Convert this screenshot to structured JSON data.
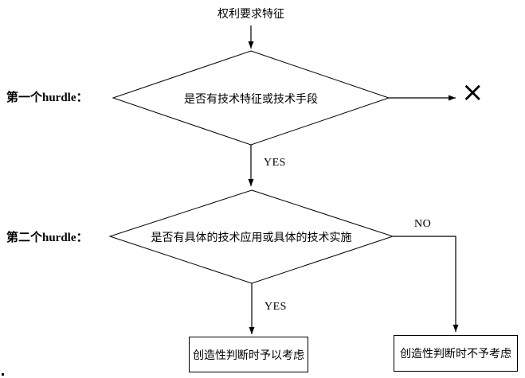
{
  "diagram": {
    "title": "权利要求特征",
    "hurdles": [
      {
        "label": "第一个hurdle："
      },
      {
        "label": "第二个hurdle："
      }
    ],
    "decisions": [
      {
        "question": "是否有技术特征或技术手段"
      },
      {
        "question": "是否有具体的技术应用或具体的技术实施"
      }
    ],
    "branches": {
      "yes1": "YES",
      "yes2": "YES",
      "no": "NO",
      "reject_mark": "×"
    },
    "outcomes": {
      "considered": "创造性判断时予以考虑",
      "not_considered": "创造性判断时不予考虑"
    },
    "colors": {
      "line": "#000000",
      "text": "#000000",
      "background": "#ffffff"
    }
  }
}
